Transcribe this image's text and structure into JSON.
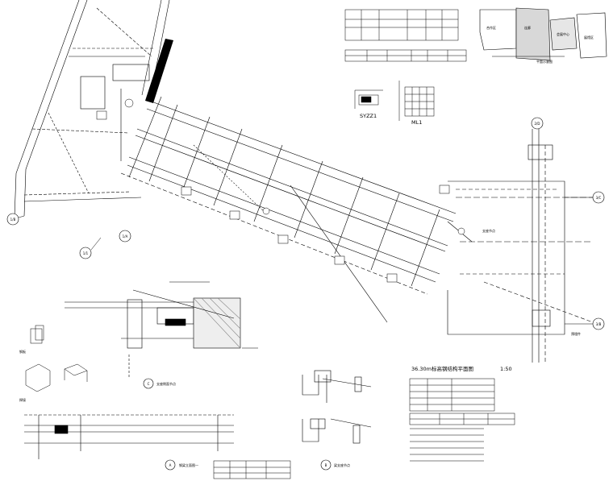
{
  "labels": {
    "detail_a_title": "钢梁立面图一",
    "detail_b_title": "梁支座节点",
    "detail_c_title": "支座侧面节点",
    "plan_title": "36.30m标高钢结构平面图",
    "plan_scale": "1:50",
    "section_sy": "SYZZ1",
    "section_ml": "ML1",
    "key_plan": "平面示意图",
    "key_a": "合作区",
    "key_b": "连廊",
    "key_c": "会展中心",
    "key_d": "展馆区",
    "grid_1": "1/B",
    "grid_2": "1/A",
    "grid_3": "2/D",
    "grid_4": "3/C",
    "grid_5": "3/B",
    "grid_6": "1/1",
    "note_anchor": "预埋件",
    "note_support": "支座节点",
    "note_weld": "焊接",
    "note_plate": "钢板",
    "legend_a": "A",
    "legend_b": "B",
    "legend_c": "C"
  }
}
